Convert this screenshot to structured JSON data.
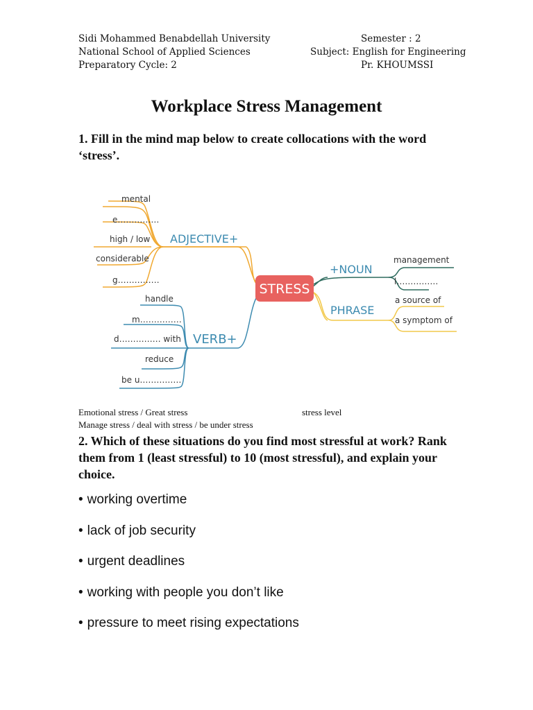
{
  "header": {
    "university": "Sidi Mohammed Benabdellah University",
    "school": "National School of Applied Sciences",
    "cycle": "Preparatory Cycle: 2",
    "semester": "Semester : 2",
    "subject": "Subject: English for Engineering",
    "teacher": "Pr. KHOUMSSI"
  },
  "title": "Workplace Stress Management",
  "question1": "1. Fill in the mind map below to create collocations with the word ‘stress’.",
  "mindmap": {
    "center": "STRESS",
    "adjective": {
      "label": "ADJECTIVE+",
      "items": [
        "mental",
        "e……………",
        "high / low",
        "considerable",
        "g……………"
      ]
    },
    "verb": {
      "label": "VERB+",
      "items": [
        "handle",
        "m……………",
        "d…………… with",
        "reduce",
        "be u……………"
      ]
    },
    "noun": {
      "label": "+NOUN",
      "items": [
        "management",
        "l……………"
      ]
    },
    "phrase": {
      "label": "PHRASE",
      "items": [
        "a source of",
        "a symptom of"
      ]
    },
    "colors": {
      "adjective": "#f0a830",
      "verb": "#3d8bb0",
      "noun": "#2e6b5e",
      "phrase": "#f2c84a",
      "center": "#e8625f",
      "label": "#3d8bb0"
    }
  },
  "answers": {
    "line1_left": "Emotional stress  / Great stress",
    "line1_right": "stress level",
    "line2": "Manage stress / deal with stress / be under stress"
  },
  "question2": "2. Which of these situations do you find most stressful at work? Rank them from 1 (least stressful) to 10 (most stressful), and explain your choice.",
  "situations": [
    "working overtime",
    "lack of job security",
    "urgent deadlines",
    "working with people you don’t like",
    "pressure to meet rising expectations"
  ]
}
